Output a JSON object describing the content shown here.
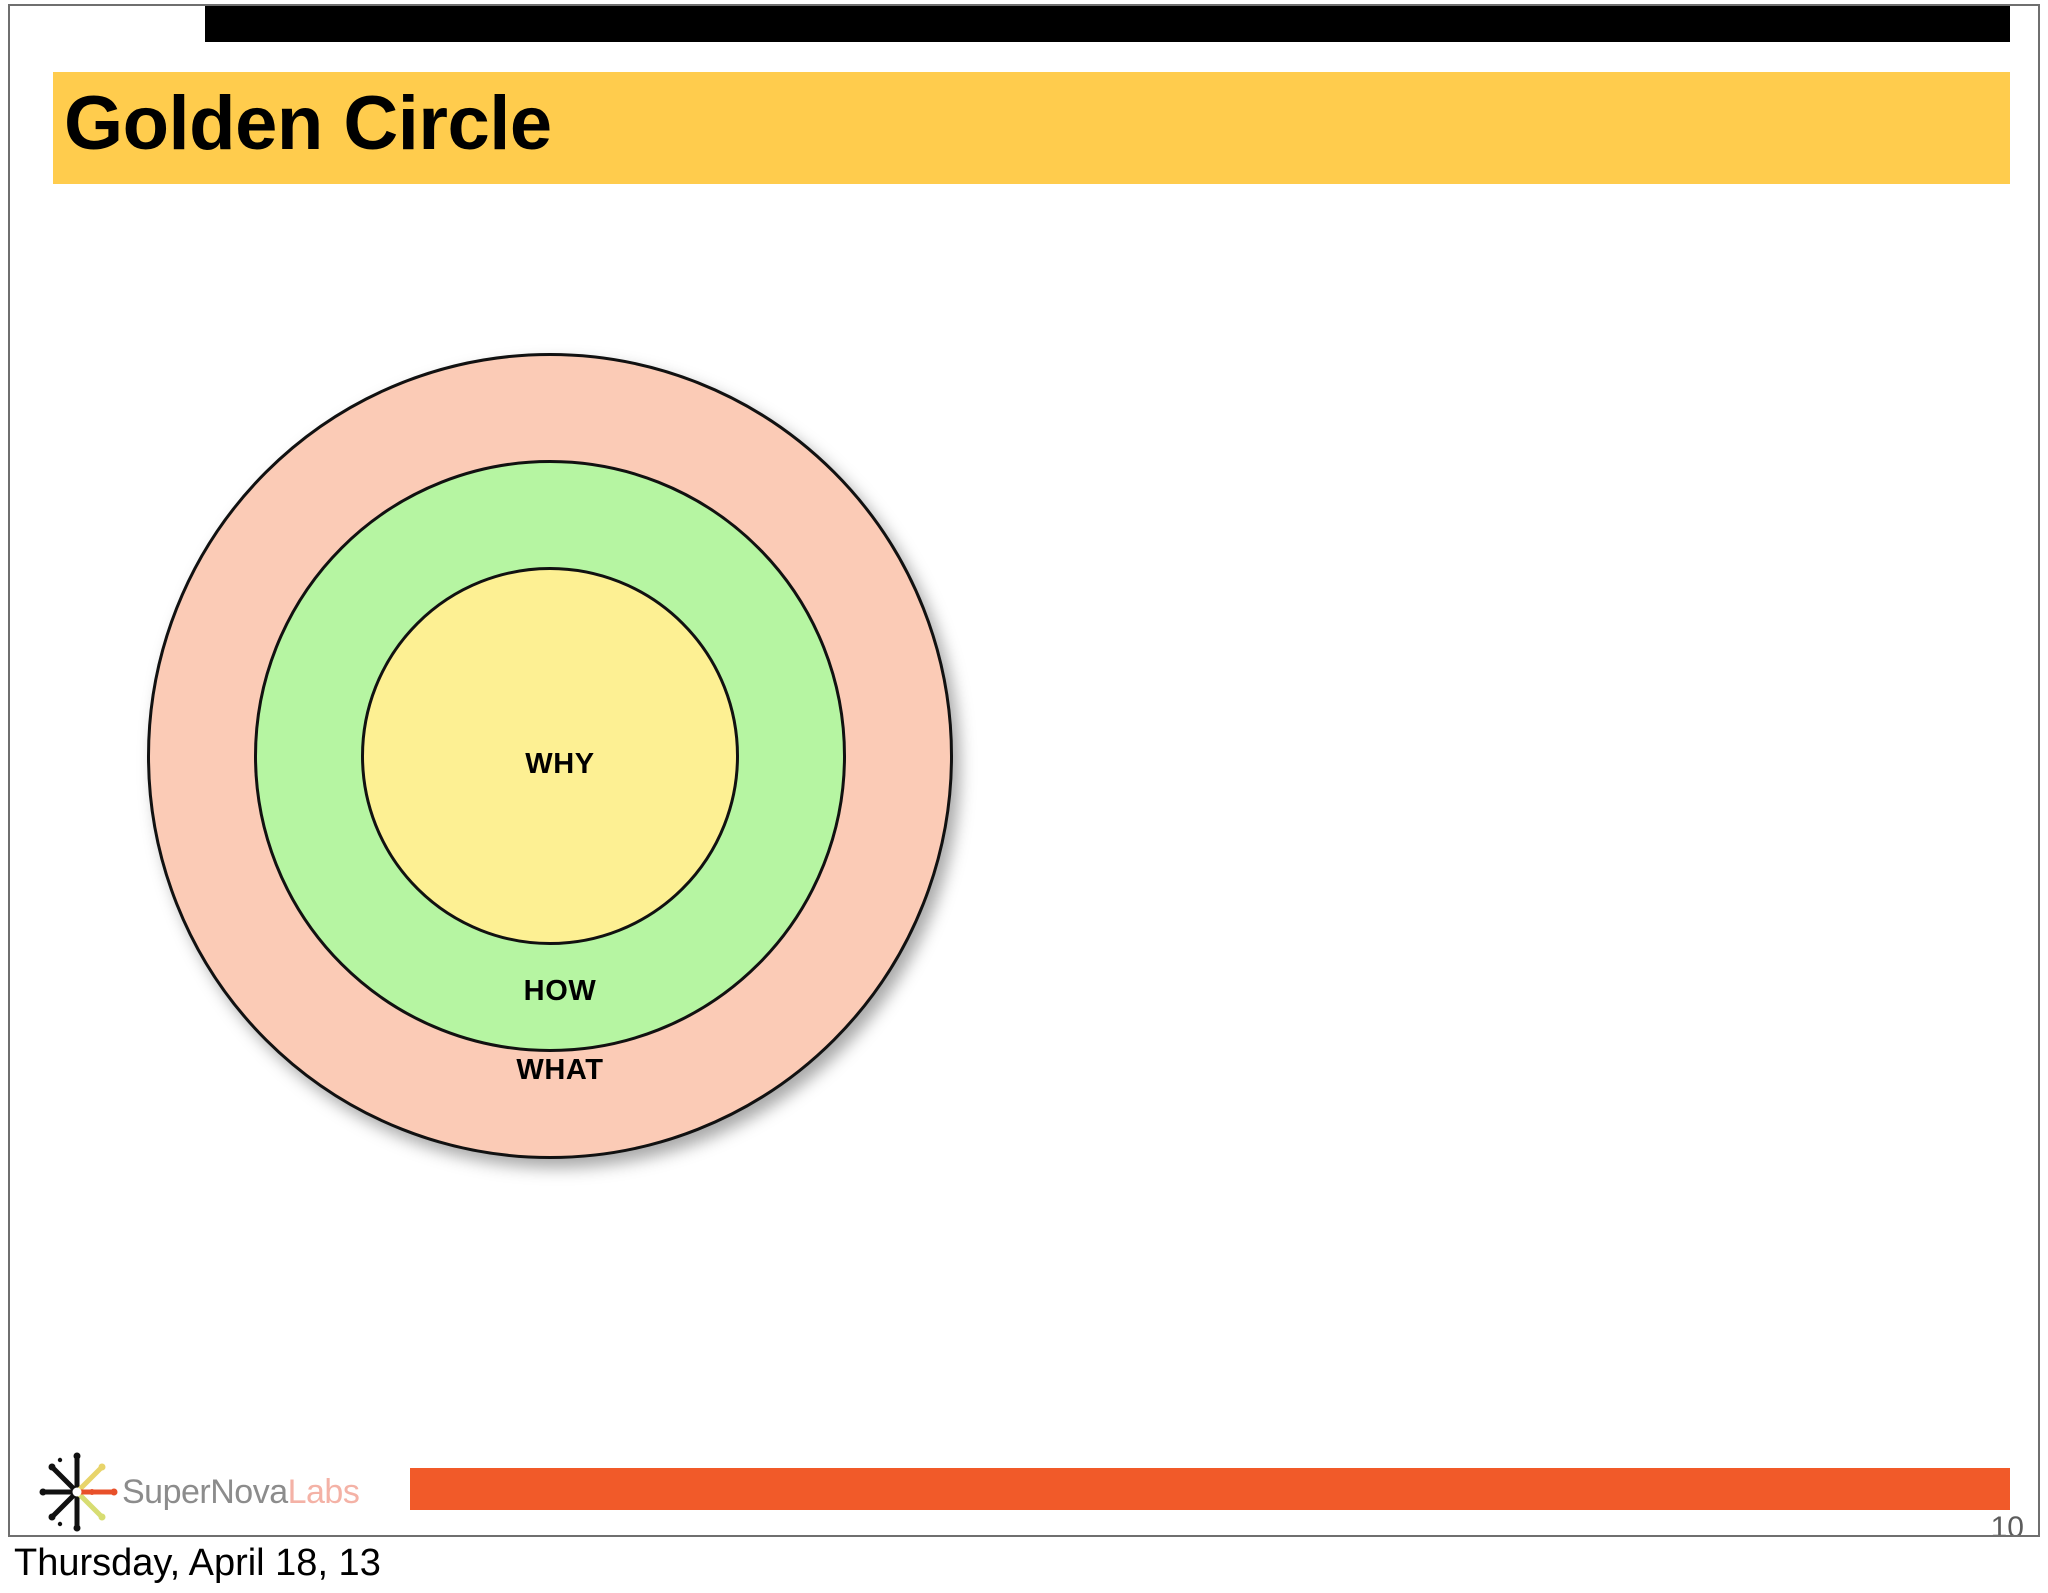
{
  "slide": {
    "title": "Golden Circle",
    "page_number": "10",
    "date": "Thursday, April 18, 13",
    "colors": {
      "title_band": "#FFCC4D",
      "top_bar": "#000000",
      "footer_bar": "#F15A29",
      "ring_what": "#FBCBB6",
      "ring_how": "#B6F5A2",
      "ring_why": "#FDF093",
      "ring_outline": "#111111"
    }
  },
  "diagram": {
    "name": "golden-circle",
    "rings": [
      {
        "id": "what",
        "label": "WHAT",
        "fill": "#FBCBB6",
        "order": 3
      },
      {
        "id": "how",
        "label": "HOW",
        "fill": "#B6F5A2",
        "order": 2
      },
      {
        "id": "why",
        "label": "WHY",
        "fill": "#FDF093",
        "order": 1
      }
    ]
  },
  "footer": {
    "logo": {
      "icon": "starburst-icon",
      "wordmark_part1": "Super",
      "wordmark_part2": "Nova",
      "wordmark_part3": "Labs"
    }
  }
}
